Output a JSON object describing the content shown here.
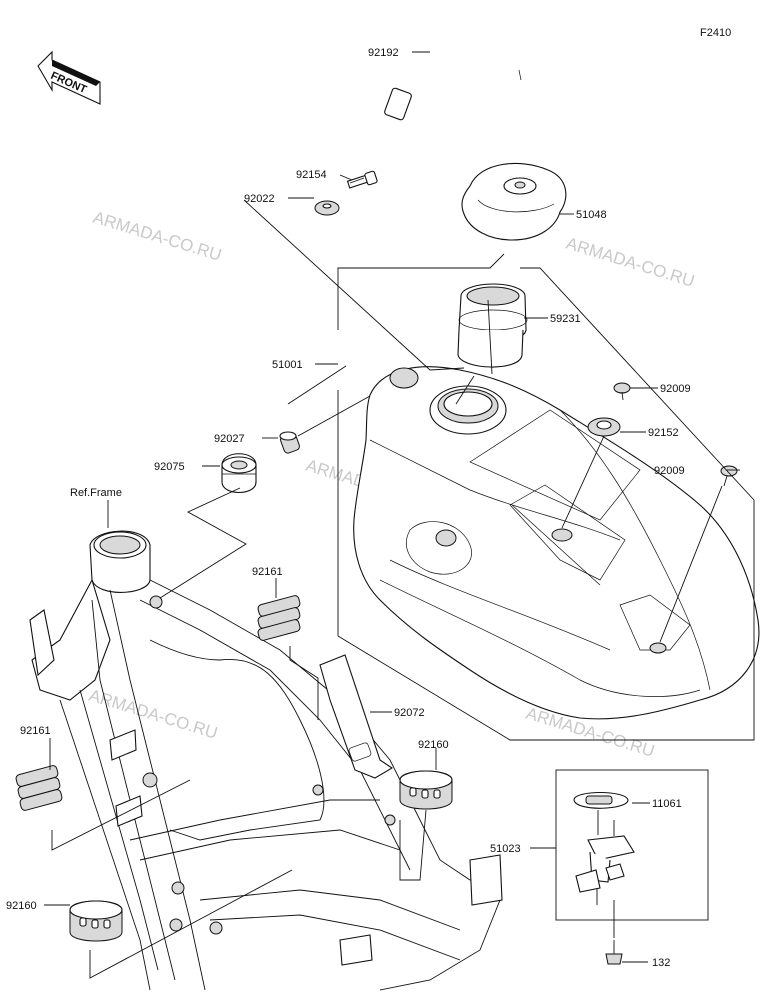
{
  "figure_code": "F2410",
  "front_label": "FRONT",
  "ref_frame": "Ref.Frame",
  "watermark": "ARMADA-CO.RU",
  "parts": {
    "p92192": "92192",
    "p92154": "92154",
    "p92022": "92022",
    "p51048": "51048",
    "p59231": "59231",
    "p51001": "51001",
    "p92009a": "92009",
    "p92152": "92152",
    "p92009b": "92009",
    "p92027": "92027",
    "p92075": "92075",
    "p92161a": "92161",
    "p92072": "92072",
    "p92161b": "92161",
    "p92160a": "92160",
    "p11061": "11061",
    "p51023": "51023",
    "p92160b": "92160",
    "p132": "132"
  },
  "colors": {
    "line": "#111111",
    "watermark": "#c9c9c9",
    "background": "#ffffff"
  }
}
